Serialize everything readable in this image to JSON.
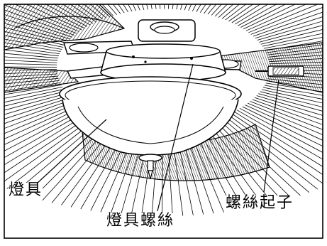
{
  "labels": {
    "light_fixture": "燈具",
    "fixture_screw": "燈具螺絲",
    "screwdriver": "螺絲起子"
  }
}
